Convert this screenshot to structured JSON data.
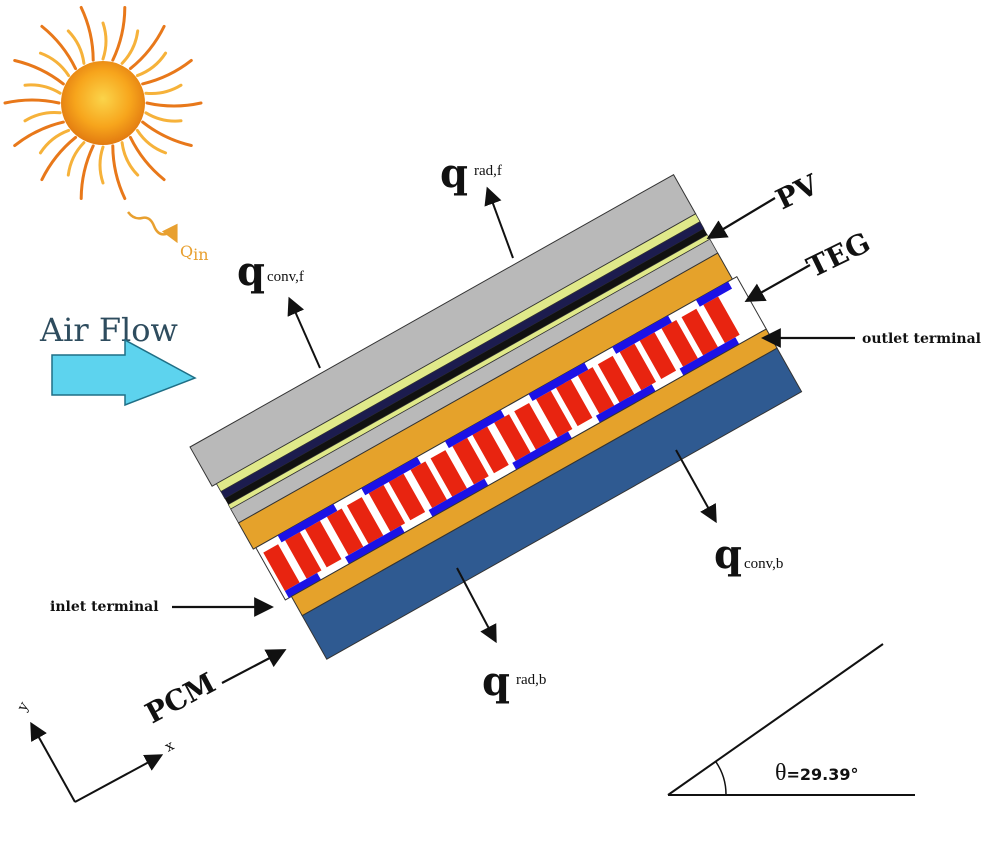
{
  "labels": {
    "q_rad_f": {
      "symbol": "q",
      "sub": "rad,f"
    },
    "q_conv_f": {
      "symbol": "q",
      "sub": "conv,f"
    },
    "q_conv_b": {
      "symbol": "q",
      "sub": "conv,b"
    },
    "q_rad_b": {
      "symbol": "q",
      "sub": "rad,b"
    },
    "q_in": {
      "symbol": "Q",
      "sub": "in"
    },
    "pv": "PV",
    "teg": "TEG",
    "pcm": "PCM",
    "outlet": "outlet terminal",
    "inlet": "inlet terminal",
    "air_flow": "Air Flow",
    "axis_x": "x",
    "axis_y": "y",
    "theta_symbol": "θ",
    "theta_value": "=29.39°"
  },
  "colors": {
    "cover": "#b9b9b9",
    "pv_film": "#e0e98a",
    "pv_dark": "#1c1c4e",
    "pv_black": "#111111",
    "copper": "#e5a22b",
    "teg_red": "#e82410",
    "teg_white": "#ffffff",
    "teg_blue": "#1b12e6",
    "pcm": "#2f5a91",
    "air_arrow": "#5dd3ee",
    "sun_core": "#f7a51c",
    "sun_ray": "#f08a1e"
  },
  "icons": {
    "sun": "sun-icon",
    "air_arrow": "air-flow-arrow-icon"
  }
}
